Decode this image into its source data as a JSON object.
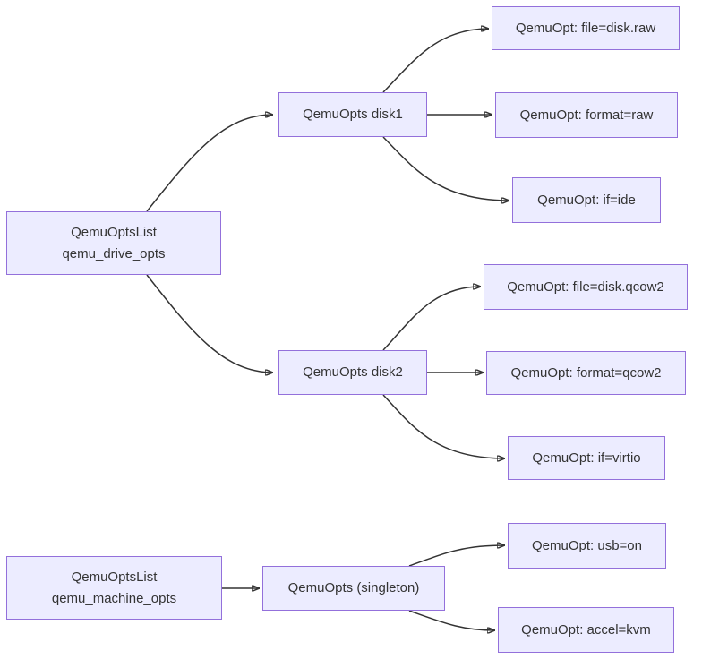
{
  "diagram": {
    "type": "flowchart",
    "background_color": "#ffffff",
    "node_fill_color": "#ECECFF",
    "node_border_color": "#9370DB",
    "text_color": "#333333",
    "edge_color": "#333333",
    "nodes": [
      {
        "id": "qemu_drive_opts",
        "lines": [
          "QemuOptsList",
          "qemu_drive_opts"
        ]
      },
      {
        "id": "disk1",
        "lines": [
          "QemuOpts disk1"
        ]
      },
      {
        "id": "opt_file_raw",
        "lines": [
          "QemuOpt: file=disk.raw"
        ]
      },
      {
        "id": "opt_format_raw",
        "lines": [
          "QemuOpt: format=raw"
        ]
      },
      {
        "id": "opt_if_ide",
        "lines": [
          "QemuOpt: if=ide"
        ]
      },
      {
        "id": "opt_file_qcow2",
        "lines": [
          "QemuOpt: file=disk.qcow2"
        ]
      },
      {
        "id": "disk2",
        "lines": [
          "QemuOpts disk2"
        ]
      },
      {
        "id": "opt_format_qcow2",
        "lines": [
          "QemuOpt: format=qcow2"
        ]
      },
      {
        "id": "opt_if_virtio",
        "lines": [
          "QemuOpt: if=virtio"
        ]
      },
      {
        "id": "qemu_machine_opts",
        "lines": [
          "QemuOptsList",
          "qemu_machine_opts"
        ]
      },
      {
        "id": "singleton",
        "lines": [
          "QemuOpts (singleton)"
        ]
      },
      {
        "id": "opt_usb_on",
        "lines": [
          "QemuOpt: usb=on"
        ]
      },
      {
        "id": "opt_accel_kvm",
        "lines": [
          "QemuOpt: accel=kvm"
        ]
      }
    ],
    "edges": [
      {
        "from": "qemu_drive_opts",
        "to": "disk1"
      },
      {
        "from": "qemu_drive_opts",
        "to": "disk2"
      },
      {
        "from": "disk1",
        "to": "opt_file_raw"
      },
      {
        "from": "disk1",
        "to": "opt_format_raw"
      },
      {
        "from": "disk1",
        "to": "opt_if_ide"
      },
      {
        "from": "disk2",
        "to": "opt_file_qcow2"
      },
      {
        "from": "disk2",
        "to": "opt_format_qcow2"
      },
      {
        "from": "disk2",
        "to": "opt_if_virtio"
      },
      {
        "from": "qemu_machine_opts",
        "to": "singleton"
      },
      {
        "from": "singleton",
        "to": "opt_usb_on"
      },
      {
        "from": "singleton",
        "to": "opt_accel_kvm"
      }
    ]
  }
}
